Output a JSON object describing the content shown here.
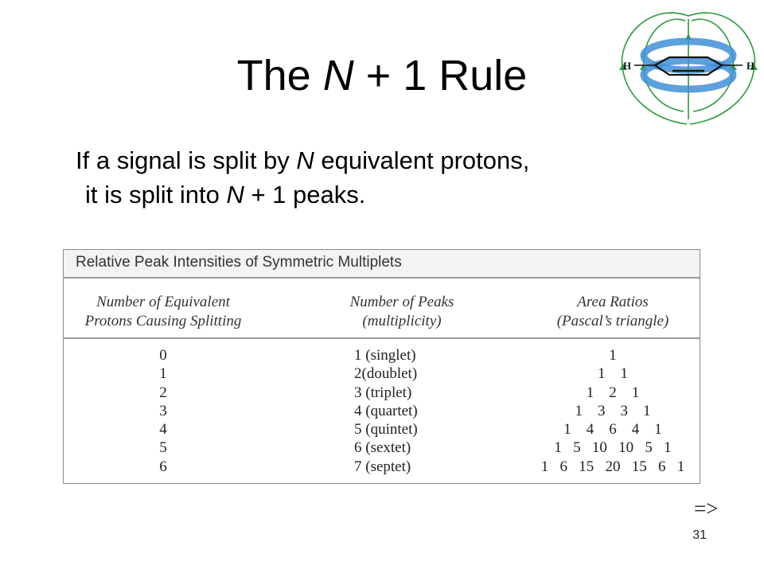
{
  "slide": {
    "title_prefix": "The ",
    "title_var": "N",
    "title_suffix": " + 1 Rule",
    "body_line1_a": "If a signal is split by ",
    "body_line1_var": "N",
    "body_line1_b": " equivalent protons,",
    "body_line2_a": "it is split into ",
    "body_line2_var": "N",
    "body_line2_b": " + 1 peaks.",
    "arrow": "=>",
    "page_number": "31"
  },
  "diagram": {
    "left_atom": "H",
    "right_atom": "H",
    "ring_color": "#3f8fd8",
    "field_line_color": "#2a9a3a"
  },
  "table": {
    "caption": "Relative Peak Intensities of Symmetric Multiplets",
    "headers": [
      [
        "Number of Equivalent",
        "Protons Causing Splitting"
      ],
      [
        "Number of Peaks",
        "(multiplicity)"
      ],
      [
        "Area Ratios",
        "(Pascal’s triangle)"
      ]
    ],
    "rows": [
      {
        "n": "0",
        "peaks": "1 (singlet)",
        "ratios": "1"
      },
      {
        "n": "1",
        "peaks": "2(doublet)",
        "ratios": "1    1"
      },
      {
        "n": "2",
        "peaks": "3 (triplet)",
        "ratios": "1    2    1"
      },
      {
        "n": "3",
        "peaks": "4 (quartet)",
        "ratios": "1    3    3    1"
      },
      {
        "n": "4",
        "peaks": "5 (quintet)",
        "ratios": "1    4    6    4    1"
      },
      {
        "n": "5",
        "peaks": "6 (sextet)",
        "ratios": "1   5   10   10   5   1"
      },
      {
        "n": "6",
        "peaks": "7 (septet)",
        "ratios": "1   6   15   20   15   6   1"
      }
    ]
  }
}
